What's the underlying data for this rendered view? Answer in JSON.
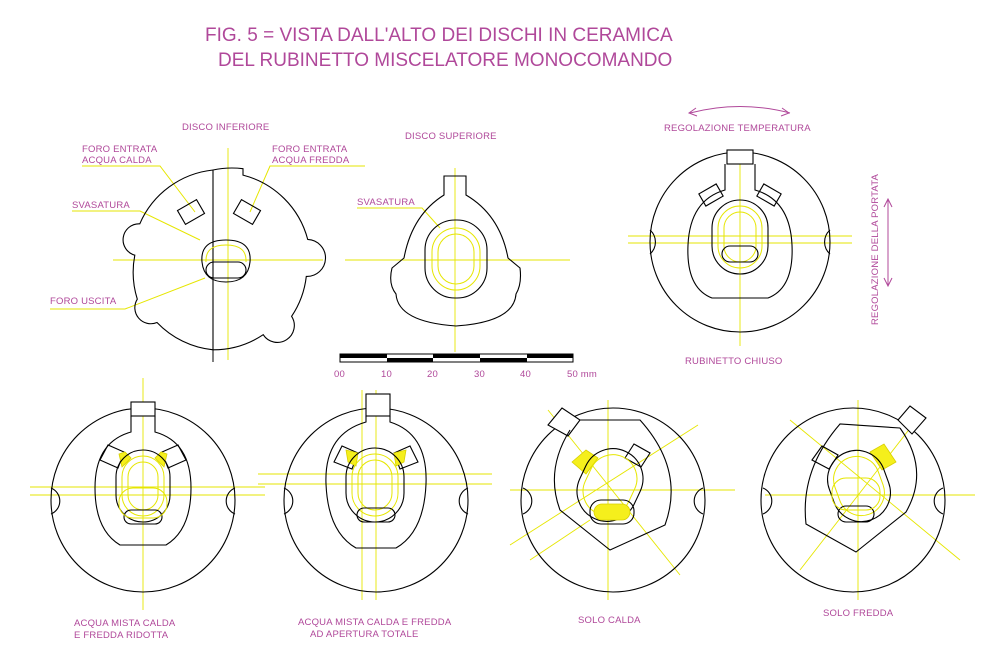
{
  "title": {
    "line1": "FIG. 5  =  VISTA DALL'ALTO DEI DISCHI IN CERAMICA",
    "line2": "DEL RUBINETTO MISCELATORE MONOCOMANDO"
  },
  "lower_disc": {
    "label": "DISCO INFERIORE",
    "inlet_hot_1": "FORO ENTRATA",
    "inlet_hot_2": "ACQUA CALDA",
    "inlet_cold_1": "FORO ENTRATA",
    "inlet_cold_2": "ACQUA FREDDA",
    "chamfer": "SVASATURA",
    "outlet": "FORO USCITA"
  },
  "upper_disc": {
    "label": "DISCO SUPERIORE",
    "chamfer": "SVASATURA"
  },
  "closed_tap": {
    "temp_label": "REGOLAZIONE TEMPERATURA",
    "flow_label": "REGOLAZIONE DELLA PORTATA",
    "caption": "RUBINETTO CHIUSO"
  },
  "scale": {
    "ticks": [
      "00",
      "10",
      "20",
      "30",
      "40",
      "50 mm"
    ]
  },
  "states": [
    {
      "line1": "ACQUA MISTA CALDA",
      "line2": "E FREDDA RIDOTTA"
    },
    {
      "line1": "ACQUA MISTA CALDA E FREDDA",
      "line2": "AD APERTURA TOTALE"
    },
    {
      "line1": "SOLO CALDA",
      "line2": ""
    },
    {
      "line1": "SOLO FREDDA",
      "line2": ""
    }
  ],
  "colors": {
    "label": "#b0489a",
    "axis": "#e6e600",
    "fill": "#f5ef1c",
    "ink": "#000000"
  }
}
